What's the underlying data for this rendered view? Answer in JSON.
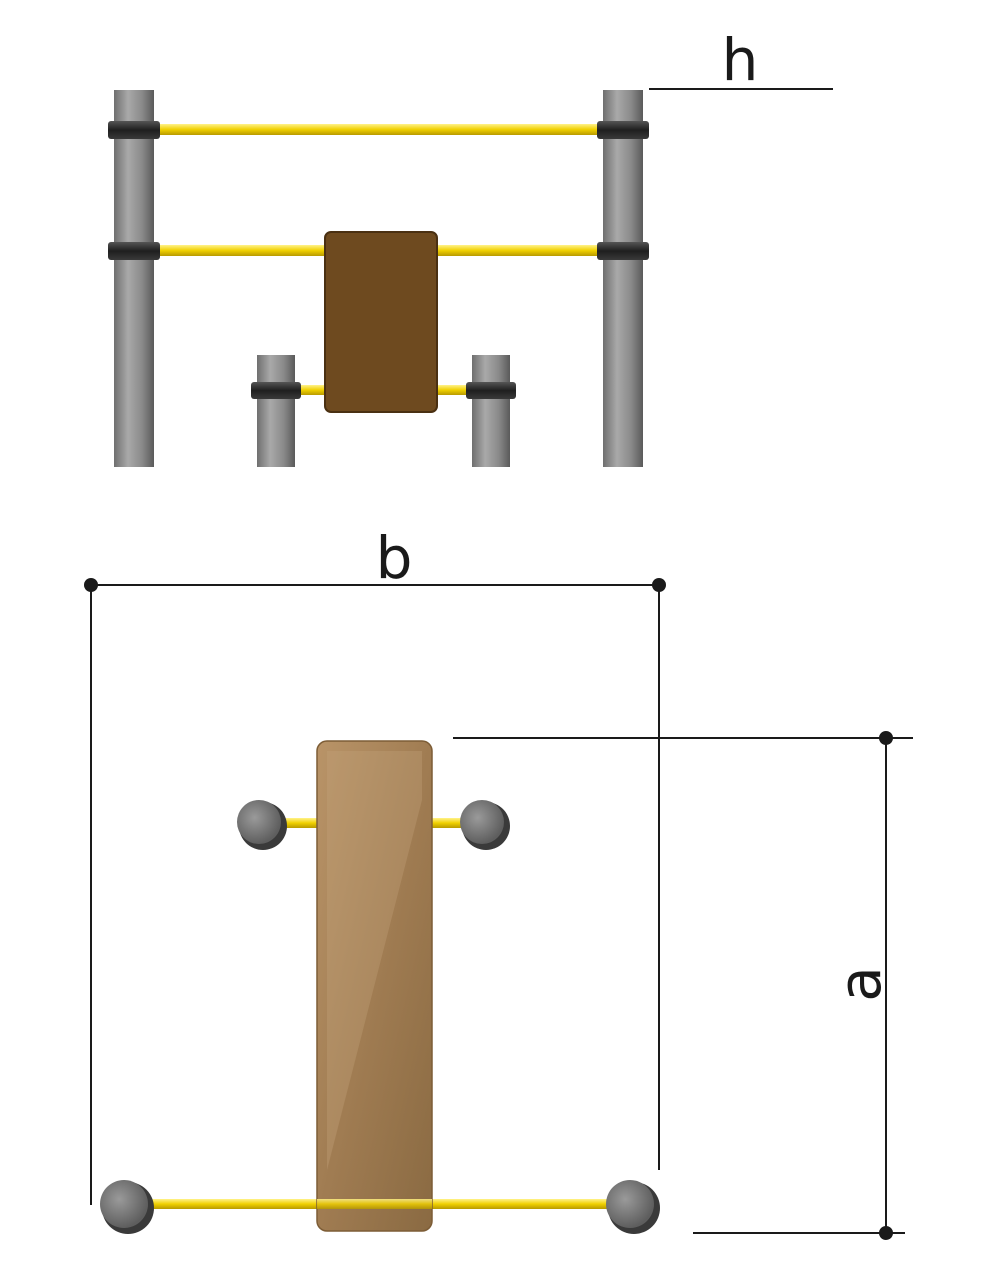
{
  "labels": {
    "height": "h",
    "width": "b",
    "length": "a"
  },
  "colors": {
    "post": "#8c8c8c",
    "post_dark": "#4a4a4a",
    "clamp": "#2e2e2e",
    "bar": "#f2d21a",
    "backrest": "#6e4a1f",
    "bench_top": "#a07c52",
    "dimension_line": "#1a1a1a"
  }
}
